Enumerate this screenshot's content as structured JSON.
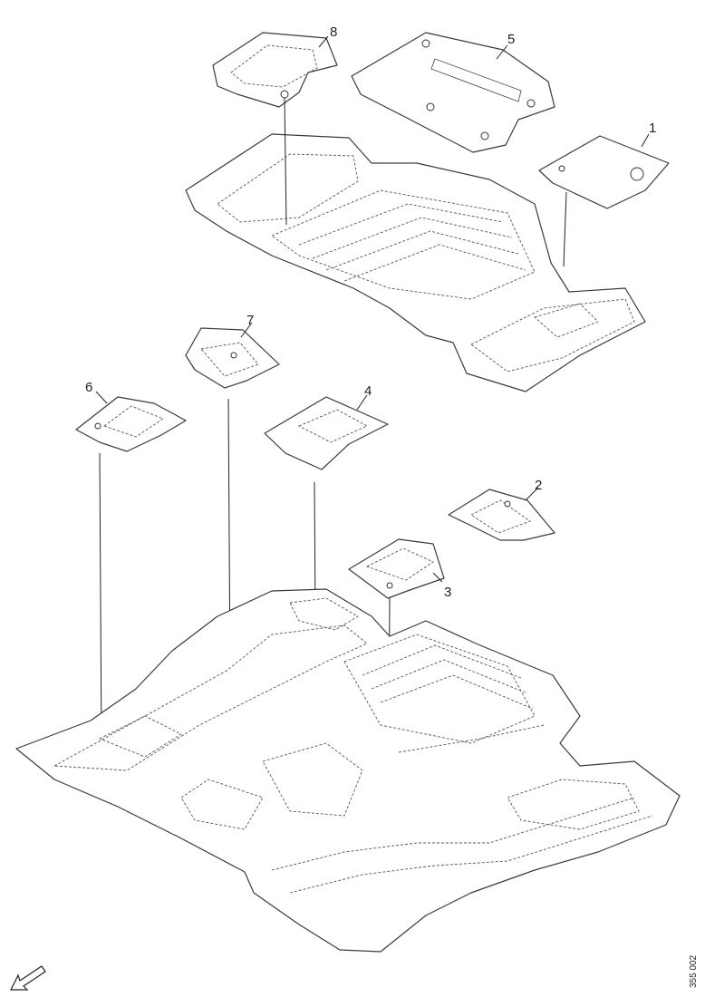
{
  "callouts": {
    "c1": "1",
    "c2": "2",
    "c3": "3",
    "c4": "4",
    "c5": "5",
    "c6": "6",
    "c7": "7",
    "c8": "8"
  },
  "drawing_ref": "355 002",
  "colors": {
    "line": "#3a3a3a",
    "background": "#ffffff"
  },
  "icons": {
    "orientation": "front-direction-arrow-icon"
  }
}
